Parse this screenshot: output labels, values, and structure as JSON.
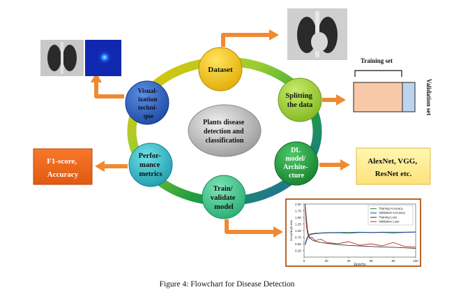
{
  "center_label": [
    "Plants disease",
    "detection and",
    "classification"
  ],
  "nodes": {
    "dataset": [
      "Dataset"
    ],
    "splitting": [
      "Splitting",
      "the  data"
    ],
    "dl_model": [
      "DL",
      "model/",
      "Archite-",
      "cture"
    ],
    "train_validate": [
      "Train/",
      "validate",
      "model"
    ],
    "performance": [
      "Perfor-",
      "mance",
      "metrics"
    ],
    "visualization": [
      "Visual-",
      "ization",
      "techni-",
      "que"
    ]
  },
  "outputs": {
    "metrics_box": [
      "F1-score,",
      "Accuracy"
    ],
    "models_box": [
      "AlexNet, VGG,",
      "ResNet etc."
    ],
    "training_set_label": "Training set",
    "validation_set_label": "Validation set"
  },
  "chart_data": {
    "type": "line",
    "xlabel": "Epochs",
    "ylabel": "Accuracy/Loss",
    "xlim": [
      0,
      100
    ],
    "ylim": [
      0.0,
      2.0
    ],
    "x_ticks": [
      0,
      20,
      40,
      60,
      80,
      100
    ],
    "y_ticks": [
      0.25,
      0.5,
      0.75,
      1.0,
      1.25,
      1.5,
      1.75,
      2.0
    ],
    "legend_position": "top-right",
    "series": [
      {
        "name": "Training Accuracy",
        "color": "#2e7d32",
        "x": [
          1,
          2,
          3,
          4,
          5,
          7,
          10,
          15,
          20,
          30,
          40,
          50,
          60,
          70,
          80,
          90,
          100
        ],
        "y": [
          0.5,
          0.65,
          0.75,
          0.82,
          0.86,
          0.88,
          0.9,
          0.91,
          0.92,
          0.93,
          0.93,
          0.94,
          0.93,
          0.94,
          0.94,
          0.94,
          0.95
        ]
      },
      {
        "name": "Validation Accuracy",
        "color": "#1f3fa8",
        "x": [
          1,
          2,
          3,
          4,
          5,
          7,
          10,
          15,
          20,
          30,
          40,
          50,
          60,
          70,
          80,
          90,
          100
        ],
        "y": [
          0.45,
          0.6,
          0.7,
          0.8,
          0.84,
          0.86,
          0.88,
          0.9,
          0.91,
          0.92,
          0.9,
          0.93,
          0.92,
          0.93,
          0.91,
          0.93,
          0.94
        ]
      },
      {
        "name": "Training Loss",
        "color": "#333333",
        "x": [
          1,
          2,
          3,
          4,
          5,
          7,
          10,
          15,
          20,
          30,
          40,
          50,
          60,
          70,
          80,
          90,
          100
        ],
        "y": [
          2.0,
          1.5,
          1.05,
          0.85,
          0.75,
          0.65,
          0.6,
          0.55,
          0.52,
          0.47,
          0.44,
          0.42,
          0.4,
          0.38,
          0.37,
          0.35,
          0.33
        ]
      },
      {
        "name": "Validation Loss",
        "color": "#c62828",
        "x": [
          1,
          2,
          3,
          4,
          5,
          7,
          10,
          15,
          20,
          30,
          40,
          50,
          60,
          70,
          80,
          90,
          100
        ],
        "y": [
          1.9,
          1.2,
          0.9,
          0.8,
          0.7,
          0.75,
          0.62,
          0.68,
          0.55,
          0.5,
          0.58,
          0.45,
          0.5,
          0.42,
          0.55,
          0.4,
          0.38
        ]
      }
    ]
  },
  "caption": "Figure 4: Flowchart for Disease Detection",
  "colors": {
    "dataset": "#f2c100",
    "splitting": "#9acd32",
    "dl_model": "#1f9e3e",
    "train_validate": "#3cc48c",
    "performance": "#22b4c0",
    "visualization": "#1f5fc0",
    "arrow": "#f08a30"
  }
}
